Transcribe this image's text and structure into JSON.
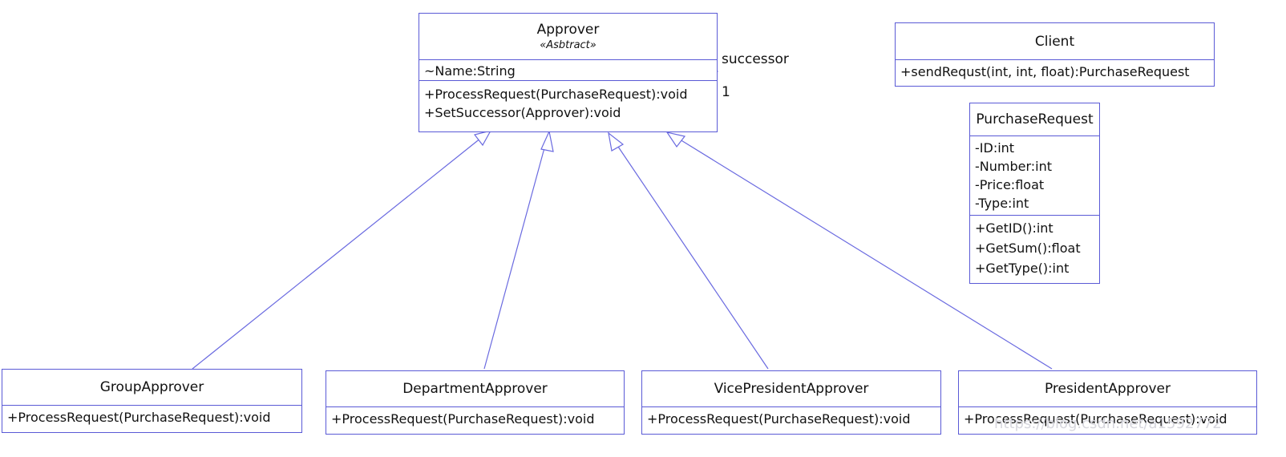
{
  "approver": {
    "name": "Approver",
    "stereotype": "«Asbtract»",
    "attributes": [
      "~Name:String"
    ],
    "operations": [
      "+ProcessRequest(PurchaseRequest):void",
      "+SetSuccessor(Approver):void"
    ]
  },
  "successor_association": {
    "role": "successor",
    "multiplicity": "1"
  },
  "client": {
    "name": "Client",
    "operations": [
      "+sendRequst(int, int, float):PurchaseRequest"
    ]
  },
  "purchase_request": {
    "name": "PurchaseRequest",
    "attributes": [
      "-ID:int",
      "-Number:int",
      "-Price:float",
      "-Type:int"
    ],
    "operations": [
      "+GetID():int",
      "+GetSum():float",
      "+GetType():int"
    ]
  },
  "subclasses": [
    {
      "name": "GroupApprover",
      "operations": [
        "+ProcessRequest(PurchaseRequest):void"
      ]
    },
    {
      "name": "DepartmentApprover",
      "operations": [
        "+ProcessRequest(PurchaseRequest):void"
      ]
    },
    {
      "name": "VicePresidentApprover",
      "operations": [
        "+ProcessRequest(PurchaseRequest):void"
      ]
    },
    {
      "name": "PresidentApprover",
      "operations": [
        "+ProcessRequest(PurchaseRequest):void"
      ]
    }
  ],
  "watermark": "https://blog.csdn.net/a1592772"
}
